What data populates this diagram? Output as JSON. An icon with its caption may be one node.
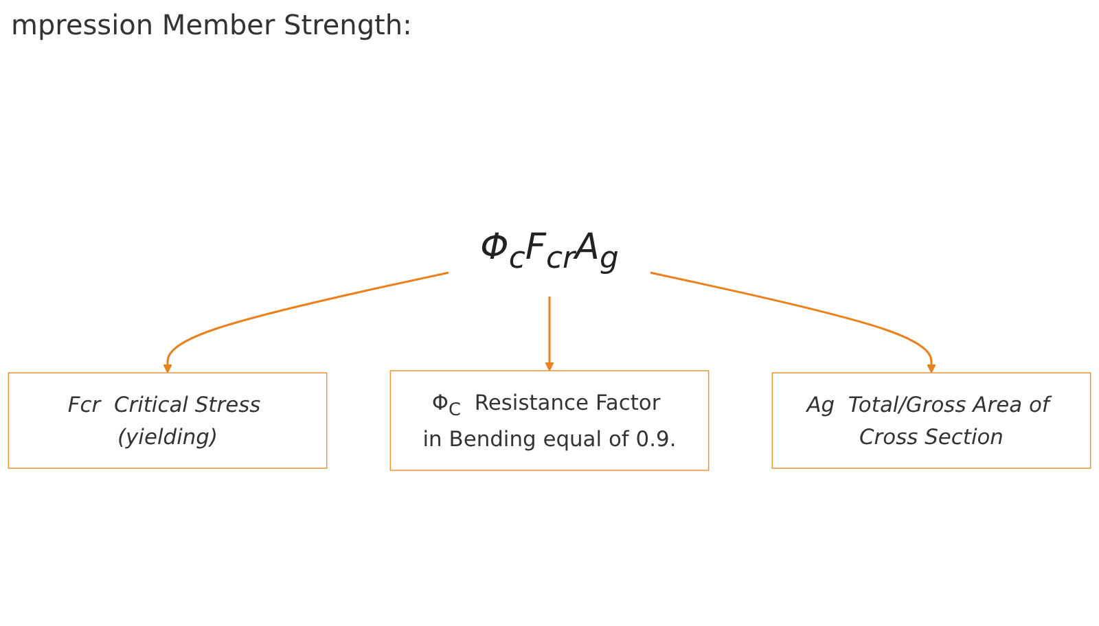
{
  "diagram": {
    "title": "mpression Member Strength:",
    "nodes": [
      {
        "text": [
          "Φ$_{c}$F$_{cr}$A$_{g}$"
        ]
      },
      {
        "text": [
          "Fcr  Critical Stress (yielding)"
        ]
      },
      {
        "text": [
          "Φ$_{C}$  Resistance Factor in Bending equal of 0.9."
        ]
      },
      {
        "text": [
          "Ag  Total/Gross Area of Cross Section"
        ]
      }
    ],
    "edges": [
      {
        "from": 0,
        "to": 1,
        "arrow": "to"
      },
      {
        "from": 0,
        "to": 2,
        "arrow": "to"
      },
      {
        "from": 0,
        "to": 3,
        "arrow": "to"
      }
    ]
  }
}
